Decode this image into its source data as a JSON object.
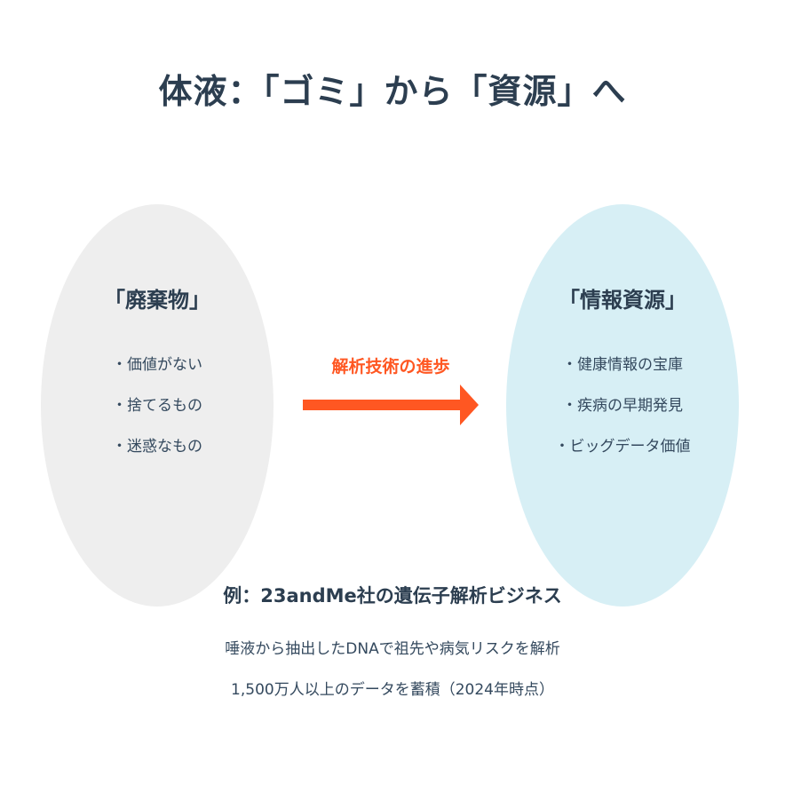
{
  "title": "体液：「ゴミ」から「資源」へ",
  "left": {
    "heading": "「廃棄物」",
    "items": [
      "・価値がない",
      "・捨てるもの",
      "・迷惑なもの"
    ],
    "fill": "#eeeeee"
  },
  "arrow": {
    "label": "解析技術の進歩",
    "color": "#ff5722"
  },
  "right": {
    "heading": "「情報資源」",
    "items": [
      "・健康情報の宝庫",
      "・疾病の早期発見",
      "・ビッグデータ価値"
    ],
    "fill": "#d7eff5"
  },
  "example": {
    "title": "例：23andMe社の遺伝子解析ビジネス",
    "lines": [
      "唾液から抽出したDNAで祖先や病気リスクを解析",
      "1,500万人以上のデータを蓄積（2024年時点）"
    ]
  }
}
